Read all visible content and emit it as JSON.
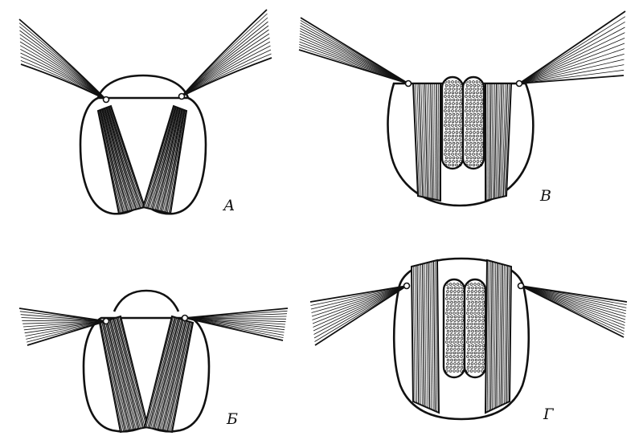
{
  "figure": {
    "ink_color": "#111111",
    "background_color": "#ffffff",
    "panels": [
      {
        "id": "a",
        "label": "А"
      },
      {
        "id": "b",
        "label": "Б"
      },
      {
        "id": "v",
        "label": "В"
      },
      {
        "id": "g",
        "label": "Г"
      }
    ]
  }
}
